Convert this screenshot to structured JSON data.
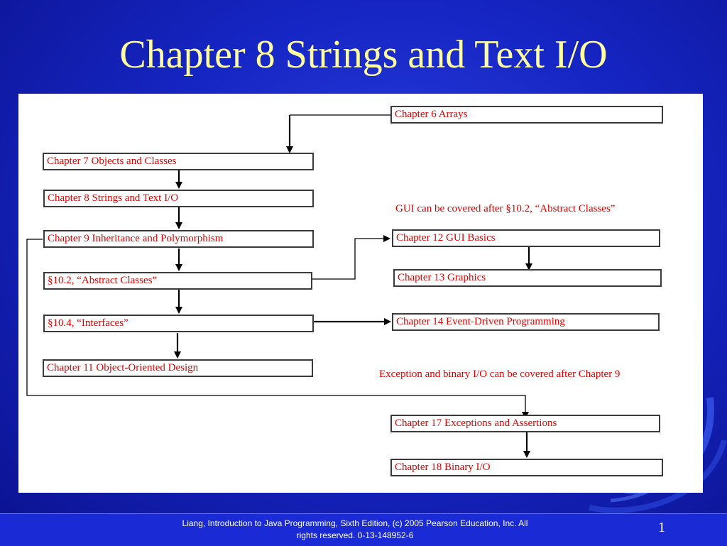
{
  "slide": {
    "title": "Chapter 8 Strings and Text I/O",
    "footer_line1": "Liang, Introduction to Java Programming, Sixth Edition, (c) 2005 Pearson Education, Inc. All",
    "footer_line2": "rights reserved. 0-13-148952-6",
    "page_number": "1"
  },
  "diagram": {
    "boxes": {
      "ch6": "Chapter 6 Arrays",
      "ch7": "Chapter 7 Objects and Classes",
      "ch8": "Chapter 8 Strings and Text I/O",
      "ch9": "Chapter 9 Inheritance and Polymorphism",
      "s10_2": "§10.2, “Abstract Classes”",
      "s10_4": "§10.4, “Interfaces”",
      "ch11": "Chapter 11 Object-Oriented Design",
      "ch12": "Chapter 12 GUI Basics",
      "ch13": "Chapter 13 Graphics",
      "ch14": "Chapter 14 Event-Driven Programming",
      "ch17": "Chapter 17 Exceptions and Assertions",
      "ch18": "Chapter 18 Binary I/O"
    },
    "notes": {
      "gui": "GUI can be covered after §10.2, “Abstract Classes”",
      "exception": "Exception and binary I/O can be covered after Chapter 9"
    }
  },
  "colors": {
    "title": "#ffffa0",
    "box_text": "#e00000",
    "box_border": "#3a3a3a",
    "background": "#1626c4",
    "panel": "#ffffff"
  }
}
